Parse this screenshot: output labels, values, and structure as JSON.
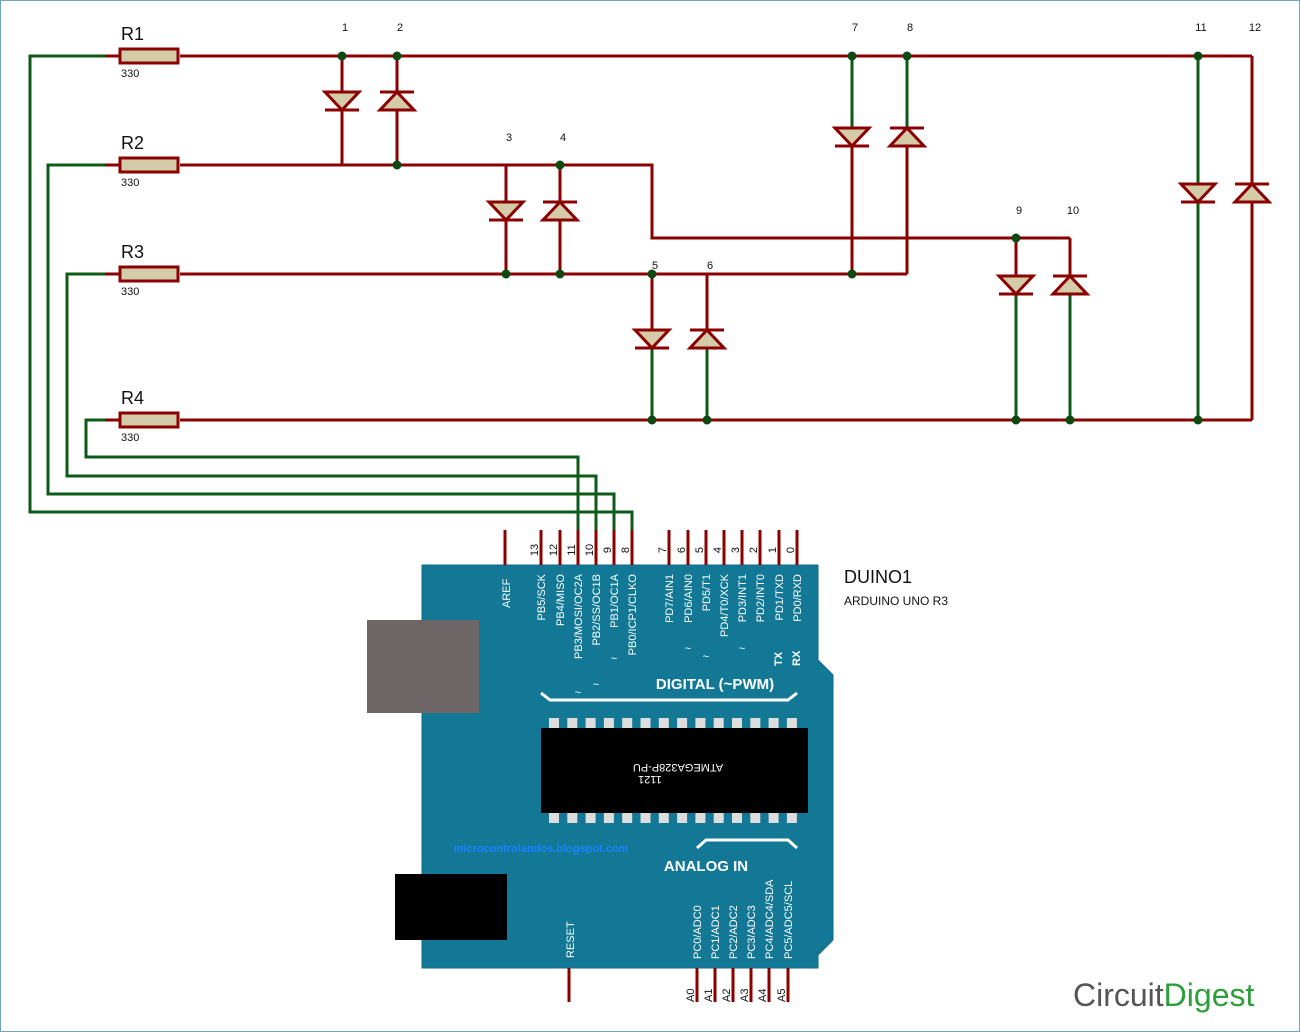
{
  "resistors": [
    {
      "name": "R1",
      "value": "330"
    },
    {
      "name": "R2",
      "value": "330"
    },
    {
      "name": "R3",
      "value": "330"
    },
    {
      "name": "R4",
      "value": "330"
    }
  ],
  "leds": [
    "1",
    "2",
    "3",
    "4",
    "5",
    "6",
    "7",
    "8",
    "9",
    "10",
    "11",
    "12"
  ],
  "board": {
    "ref": "DUINO1",
    "model": "ARDUINO UNO R3",
    "chip": "ATMEGA328P-PU",
    "chip_code": "1121",
    "watermark": "microcontrolandos.blogspot.com",
    "digital_label": "DIGITAL (~PWM)",
    "analog_label": "ANALOG IN",
    "reset_label": "RESET",
    "aref_label": "AREF",
    "tx": "TX",
    "rx": "RX",
    "tilde": "~",
    "top_pin_numbers": [
      "13",
      "12",
      "11",
      "10",
      "9",
      "8",
      "7",
      "6",
      "5",
      "4",
      "3",
      "2",
      "1",
      "0"
    ],
    "top_pin_names": [
      "PB5/SCK",
      "PB4/MISO",
      "PB3/MOSI/OC2A",
      "PB2/SS/OC1B",
      "PB1/OC1A",
      "PB0/ICP1/CLKO",
      "PD7/AIN1",
      "PD6/AIN0",
      "PD5/T1",
      "PD4/T0/XCK",
      "PD3/INT1",
      "PD2/INT0",
      "PD1/TXD",
      "PD0/RXD"
    ],
    "analog_pin_names": [
      "PC0/ADC0",
      "PC1/ADC1",
      "PC2/ADC2",
      "PC3/ADC3",
      "PC4/ADC4/SDA",
      "PC5/ADC5/SCL"
    ],
    "analog_pin_numbers": [
      "A0",
      "A1",
      "A2",
      "A3",
      "A4",
      "A5"
    ]
  },
  "logo": {
    "part1": "Circuit",
    "part2": "Digest"
  },
  "colors": {
    "wire_red": "#8b0000",
    "wire_green": "#0c5a17",
    "board": "#127896",
    "junction": "#0c4a12",
    "body_tan": "#d4cba8"
  }
}
